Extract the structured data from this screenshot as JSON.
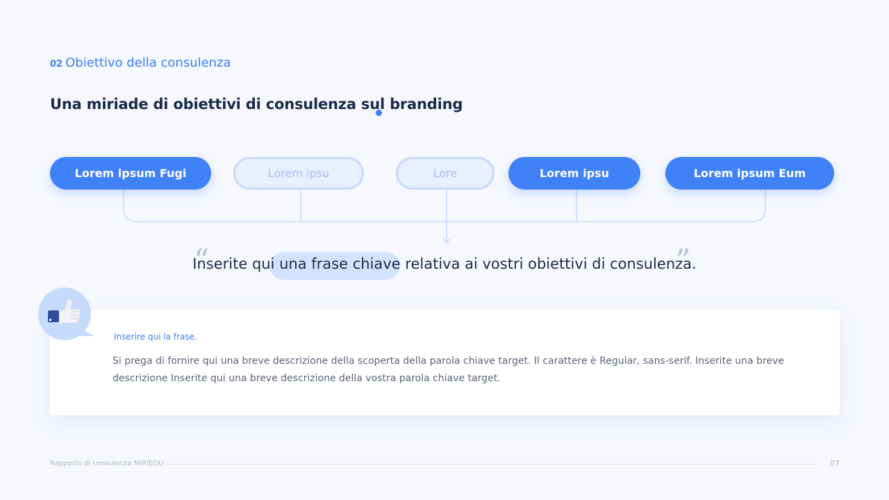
{
  "section": {
    "number": "02",
    "title": "Obiettivo della consulenza"
  },
  "heading": "Una miriade di obiettivi di consulenza sul branding",
  "pills": [
    {
      "label": "Lorem ipsum Fugi",
      "state": "active"
    },
    {
      "label": "Lorem ipsu",
      "state": "inactive"
    },
    {
      "label": "Lore",
      "state": "inactive"
    },
    {
      "label": "Lorem ipsu",
      "state": "active"
    },
    {
      "label": "Lorem ipsum Eum",
      "state": "active"
    }
  ],
  "quote": {
    "open_mark": "“",
    "close_mark": "”",
    "text": "Inserite qui una frase chiave relativa ai vostri obiettivi di consulenza."
  },
  "card": {
    "label": "Inserire qui la frase.",
    "body": "Si prega di fornire qui una breve descrizione della scoperta della parola chiave target. Il carattere è Regular, sans-serif. Inserite una breve descrizione Inserite qui una breve descrizione della vostra parola chiave target.",
    "icon": "thumbs-up-icon"
  },
  "footer": {
    "text": "Rapporto di consulenza MIRIEDU",
    "page": "07"
  },
  "colors": {
    "accent": "#3f81f6",
    "pill_inactive_bg": "#e8effd",
    "text_dark": "#1b2a4a",
    "background": "#f6f8fe"
  }
}
